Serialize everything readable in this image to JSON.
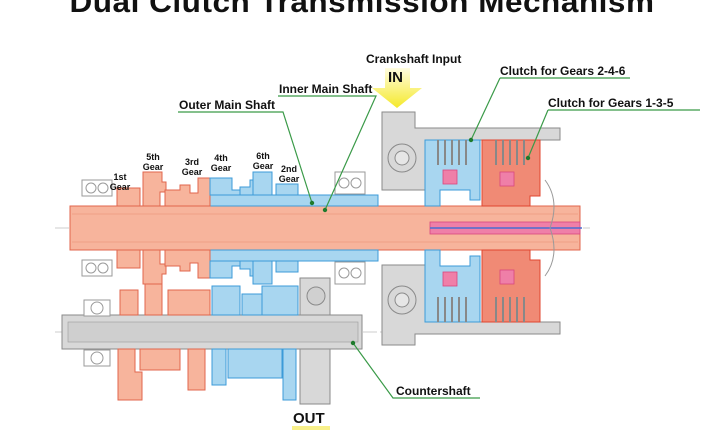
{
  "title": "Dual Clutch Transmission Mechanism",
  "labels": {
    "crankshaft_input": "Crankshaft Input",
    "in": "IN",
    "out": "OUT",
    "inner_main_shaft": "Inner Main Shaft",
    "outer_main_shaft": "Outer Main Shaft",
    "clutch_246": "Clutch for Gears 2-4-6",
    "clutch_135": "Clutch for Gears 1-3-5",
    "countershaft": "Countershaft"
  },
  "gears": [
    {
      "line1": "1st",
      "line2": "Gear",
      "group": "odd"
    },
    {
      "line1": "5th",
      "line2": "Gear",
      "group": "odd"
    },
    {
      "line1": "3rd",
      "line2": "Gear",
      "group": "odd"
    },
    {
      "line1": "4th",
      "line2": "Gear",
      "group": "even"
    },
    {
      "line1": "6th",
      "line2": "Gear",
      "group": "even"
    },
    {
      "line1": "2nd",
      "line2": "Gear",
      "group": "even"
    }
  ],
  "colors": {
    "odd_gears": "#f7b49c",
    "even_gears": "#a8d6f0",
    "inner_shaft": "#f7b49c",
    "outer_shaft": "#a8d6f0",
    "housing": "#d8d8d8",
    "oil_path": "#ef7fa8",
    "arrow": "#f5ee3a",
    "leader": "#3a9a48"
  }
}
